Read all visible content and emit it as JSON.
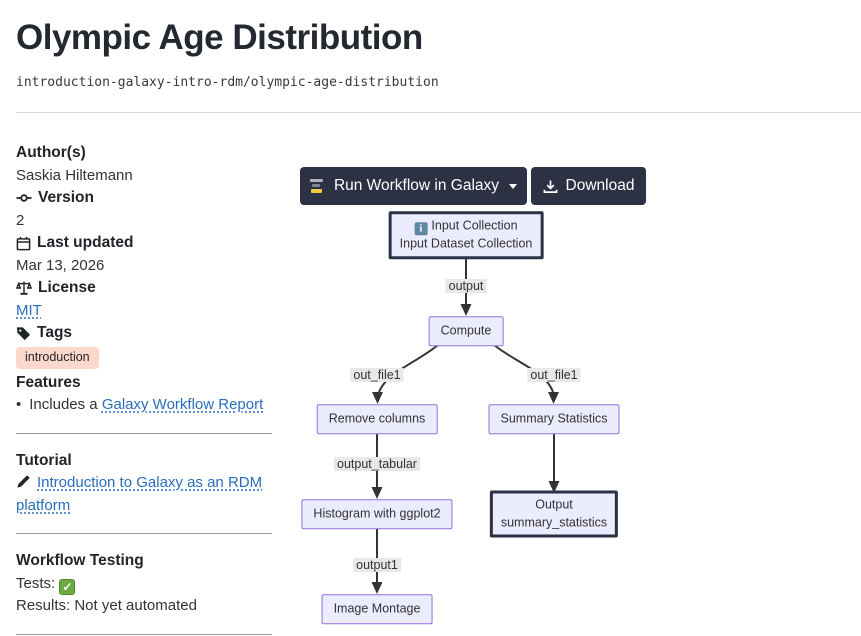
{
  "header": {
    "title": "Olympic Age Distribution",
    "slug": "introduction-galaxy-intro-rdm/olympic-age-distribution"
  },
  "sidebar": {
    "authors_heading": "Author(s)",
    "author": "Saskia Hiltemann",
    "version_heading": "Version",
    "version": "2",
    "last_updated_heading": "Last updated",
    "last_updated": "Mar 13, 2026",
    "license_heading": "License",
    "license": "MIT",
    "tags_heading": "Tags",
    "tags": [
      "introduction"
    ],
    "features_heading": "Features",
    "feature_prefix": "Includes a",
    "feature_link": "Galaxy Workflow Report",
    "tutorial_heading": "Tutorial",
    "tutorial_link": "Introduction to Galaxy as an RDM platform",
    "testing_heading": "Workflow Testing",
    "tests_label": "Tests:",
    "results_label": "Results: Not yet automated"
  },
  "toolbar": {
    "run_label": "Run Workflow in Galaxy",
    "download_label": "Download"
  },
  "diagram": {
    "nodes": {
      "input": {
        "line1": "Input Collection",
        "line2": "Input Dataset Collection"
      },
      "compute": {
        "label": "Compute"
      },
      "remove_columns": {
        "label": "Remove columns"
      },
      "summary_statistics": {
        "label": "Summary Statistics"
      },
      "histogram": {
        "label": "Histogram with ggplot2"
      },
      "output": {
        "line1": "Output",
        "line2": "summary_statistics"
      },
      "image_montage": {
        "label": "Image Montage"
      }
    },
    "edge_labels": {
      "output": "output",
      "out_file1": "out_file1",
      "output_tabular": "output_tabular",
      "output1": "output1"
    }
  },
  "colors": {
    "accent-navy": "#2C3143",
    "link-blue": "#2A6EBB",
    "node-fill": "#ECECFF",
    "node-border": "#9370DB",
    "edge": "#333333",
    "edge-label-bg": "#E8E8E8",
    "tag-badge-bg": "#FCD8CC",
    "check-green": "#6CAB43",
    "info-blue": "#5E88A1"
  }
}
